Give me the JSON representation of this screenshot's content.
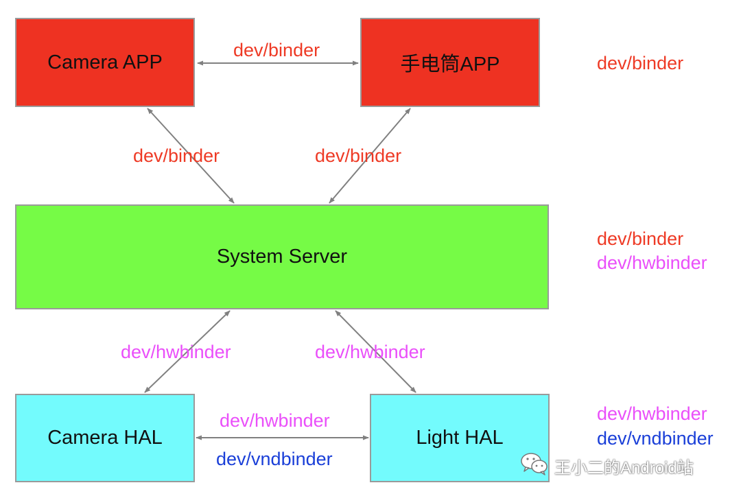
{
  "colors": {
    "app_box": "#ee3222",
    "server_box": "#76fb46",
    "hal_box": "#73fbfd",
    "binder_text": "#ee3a25",
    "hwbinder_text": "#ea4ffa",
    "vndbinder_text": "#1a3fd8",
    "arrow": "#808080"
  },
  "nodes": {
    "camera_app": "Camera APP",
    "flashlight_app": "手电筒APP",
    "system_server": "System Server",
    "camera_hal": "Camera HAL",
    "light_hal": "Light HAL"
  },
  "edge_labels": {
    "apps_link": "dev/binder",
    "camera_app_server": "dev/binder",
    "flashlight_app_server": "dev/binder",
    "server_camera_hal": "dev/hwbinder",
    "server_light_hal": "dev/hwbinder",
    "hals_link_top": "dev/hwbinder",
    "hals_link_bottom": "dev/vndbinder"
  },
  "legend": {
    "app_row": [
      "dev/binder"
    ],
    "server_row": [
      "dev/binder",
      "dev/hwbinder"
    ],
    "hal_row": [
      "dev/hwbinder",
      "dev/vndbinder"
    ]
  },
  "watermark": {
    "icon": "wechat-icon",
    "text": "王小二的Android站"
  }
}
